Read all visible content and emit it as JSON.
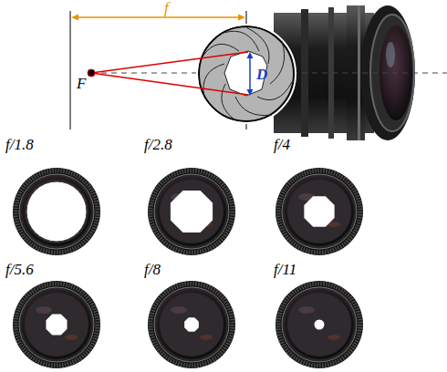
{
  "diagram": {
    "labels": [
      "f",
      "F",
      "D",
      "f/1.8",
      "f/2.8",
      "f/4",
      "f/5.6",
      "f/8",
      "f/11"
    ]
  }
}
